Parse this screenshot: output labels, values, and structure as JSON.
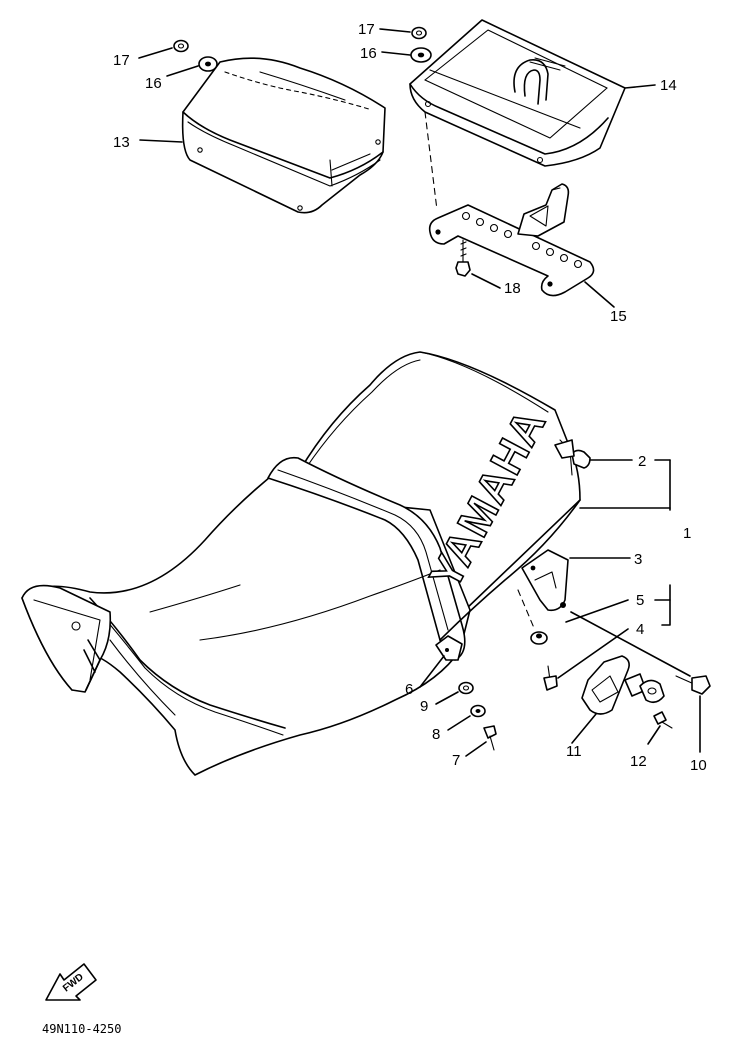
{
  "diagram": {
    "callouts": {
      "c1": "1",
      "c2": "2",
      "c3": "3",
      "c4": "4",
      "c5": "5",
      "c6": "6",
      "c7": "7",
      "c8": "8",
      "c9": "9",
      "c10": "10",
      "c11": "11",
      "c12": "12",
      "c13": "13",
      "c14": "14",
      "c15": "15",
      "c16a": "16",
      "c16b": "16",
      "c17a": "17",
      "c17b": "17",
      "c18": "18"
    },
    "seat_brand_text": "YAMAHA",
    "fwd_label": "FWD",
    "drawing_code": "49N110-4250"
  }
}
